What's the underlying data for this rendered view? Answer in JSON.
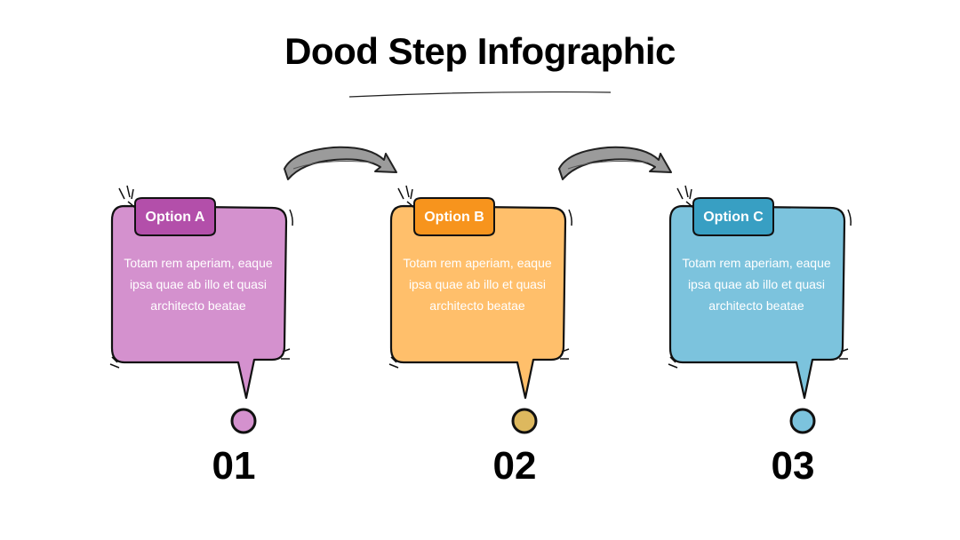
{
  "title": "Dood Step Infographic",
  "steps": [
    {
      "label": "Option A",
      "text": "Totam rem aperiam, eaque ipsa quae ab illo et quasi architecto beatae",
      "number": "01",
      "fill_color": "#D491CE",
      "tab_color": "#B34FAA",
      "dot_color": "#D491CE"
    },
    {
      "label": "Option B",
      "text": "Totam rem aperiam, eaque ipsa quae ab illo et quasi architecto beatae",
      "number": "02",
      "fill_color": "#FFBF6B",
      "tab_color": "#F7941D",
      "dot_color": "#DDB85E"
    },
    {
      "label": "Option C",
      "text": "Totam rem aperiam, eaque ipsa quae ab illo et quasi architecto beatae",
      "number": "03",
      "fill_color": "#7CC3DD",
      "tab_color": "#389FC3",
      "dot_color": "#7CC3DD"
    }
  ],
  "arrow_color": "#9B9B9B",
  "outline_color": "#111111"
}
